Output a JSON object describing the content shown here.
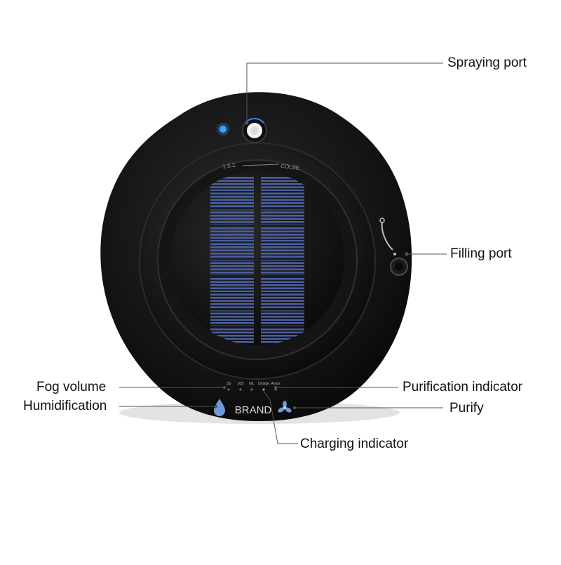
{
  "device": {
    "brand": "BRAND",
    "dial_left": "1.5.2.",
    "dial_right": "COLSE",
    "indicator_labels": [
      "3S",
      "10S",
      "N/L",
      "Charge",
      "Anion"
    ]
  },
  "callouts": {
    "spraying_port": "Spraying port",
    "filling_port": "Filling port",
    "fog_volume": "Fog volume",
    "humidification": "Humidification",
    "purification_indicator": "Purification indicator",
    "purify": "Purify",
    "charging_indicator": "Charging indicator"
  },
  "colors": {
    "body": "#111111",
    "solar_cell": "#4a5f9e",
    "accent_blue": "#3a7bff",
    "leader_line": "#555555"
  }
}
